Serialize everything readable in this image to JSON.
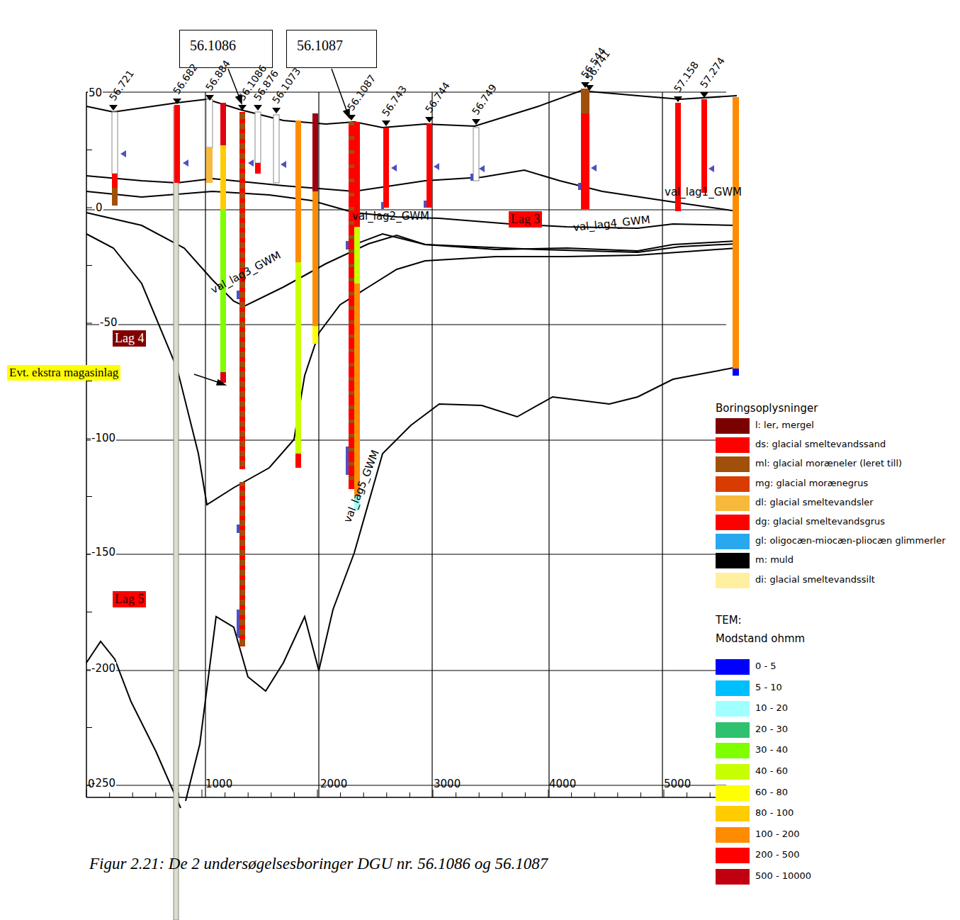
{
  "diagram": {
    "caption": "Figur 2.21: De 2 undersøgelsesboringer DGU nr. 56.1086 og 56.1087",
    "nodes": [
      {
        "text": [
          "56.1086"
        ]
      },
      {
        "text": [
          "56.1087"
        ]
      },
      {
        "text": [
          "Lag 3"
        ]
      },
      {
        "text": [
          "Lag 4"
        ]
      },
      {
        "text": [
          "Lag 5"
        ]
      },
      {
        "text": [
          "Evt. ekstra magasinlag"
        ]
      }
    ],
    "labels": [
      "56.721",
      "56.682",
      "56.884",
      "56.1086",
      "56.876",
      "56.1073",
      "56.1087",
      "56.743",
      "56.744",
      "56.749",
      "56.544",
      "56.741",
      "57.158",
      "57.274",
      "val_lag1_GWM",
      "val_lag2_GWM",
      "val_lag3_GWM",
      "val_lag4_GWM",
      "val_lag5_GWM",
      "50",
      "0",
      "-50",
      "-100",
      "-150",
      "-200",
      "-250",
      "0",
      "1000",
      "2000",
      "3000",
      "4000",
      "5000",
      "Boringsoplysninger",
      "TEM:",
      "Modstand ohmm"
    ],
    "legend": [
      {
        "text": "l: ler, mergel",
        "color": "#7b0000"
      },
      {
        "text": "ds: glacial smeltevandssand",
        "color": "#ff0000"
      },
      {
        "text": "ml: glacial moræneler (leret till)",
        "color": "#a0500a"
      },
      {
        "text": "mg: glacial morænegrus",
        "color": "#d83c00"
      },
      {
        "text": "dl: glacial smeltevandsler",
        "color": "#f7b93c"
      },
      {
        "text": "dg: glacial smeltevandsgrus",
        "color": "#fe0000"
      },
      {
        "text": "gl: oligocæn-miocæn-pliocæn glimmerler",
        "color": "#29a8f0"
      },
      {
        "text": "m: muld",
        "color": "#000000"
      },
      {
        "text": "di: glacial smeltevandssilt",
        "color": "#fff0a0"
      },
      {
        "text": "0 - 5",
        "color": "#0000ff"
      },
      {
        "text": "5 - 10",
        "color": "#00bfff"
      },
      {
        "text": "10 - 20",
        "color": "#a0ffff"
      },
      {
        "text": "20 - 30",
        "color": "#2fc070"
      },
      {
        "text": "30 - 40",
        "color": "#7fff00"
      },
      {
        "text": "40 - 60",
        "color": "#c8ff00"
      },
      {
        "text": "60 - 80",
        "color": "#ffff00"
      },
      {
        "text": "80 - 100",
        "color": "#ffcc00"
      },
      {
        "text": "100 - 200",
        "color": "#ff8c00"
      },
      {
        "text": "200 - 500",
        "color": "#ff0000"
      },
      {
        "text": "500 - 10000",
        "color": "#c00010"
      }
    ]
  }
}
